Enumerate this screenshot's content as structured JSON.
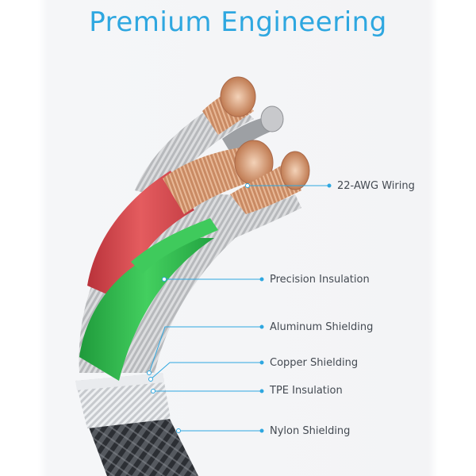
{
  "title": "Premium Engineering",
  "accent_color": "#2ea7e0",
  "callouts": [
    {
      "label": "22-AWG Wiring"
    },
    {
      "label": "Precision Insulation"
    },
    {
      "label": "Aluminum Shielding"
    },
    {
      "label": "Copper Shielding"
    },
    {
      "label": "TPE Insulation"
    },
    {
      "label": "Nylon Shielding"
    }
  ]
}
